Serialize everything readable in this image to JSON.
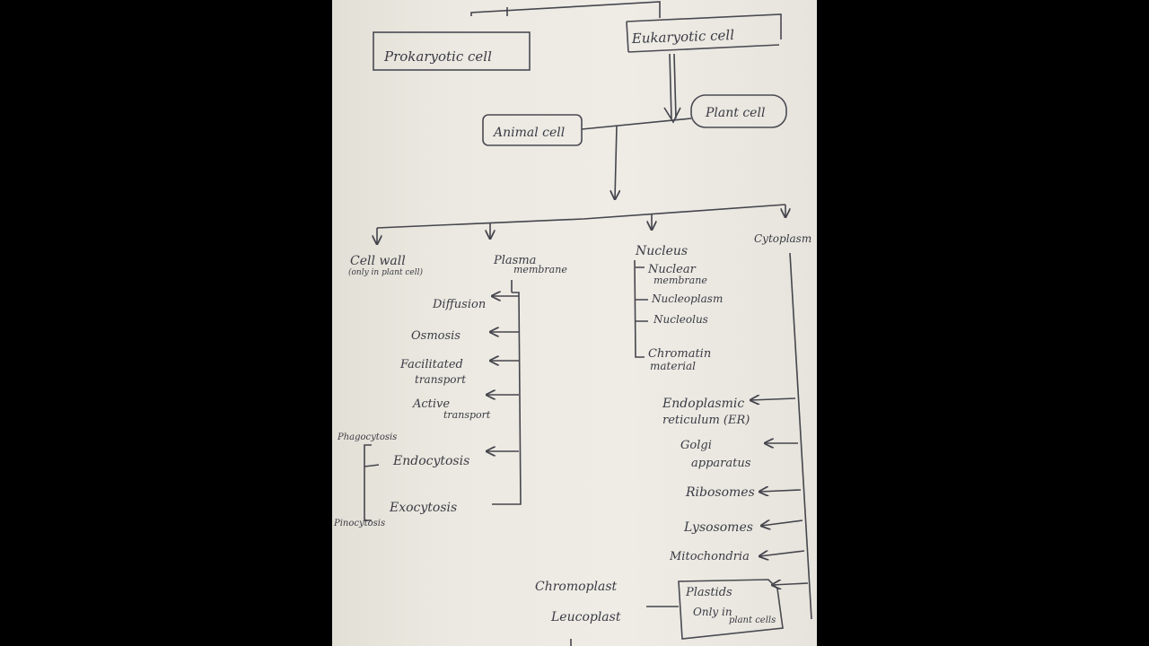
{
  "diagram": {
    "nodes": {
      "prokaryotic": "Prokaryotic cell",
      "eukaryotic": "Eukaryotic cell",
      "animal": "Animal cell",
      "plant": "Plant cell",
      "cell_wall": "Cell wall",
      "cell_wall_note": "(only in plant cell)",
      "plasma_1": "Plasma",
      "plasma_2": "membrane",
      "nucleus": "Nucleus",
      "cytoplasm": "Cytoplasm"
    },
    "plasma_items": {
      "diffusion": "Diffusion",
      "osmosis": "Osmosis",
      "facilitated_1": "Facilitated",
      "facilitated_2": "transport",
      "active_1": "Active",
      "active_2": "transport",
      "endocytosis": "Endocytosis",
      "exocytosis": "Exocytosis",
      "phagocytosis": "Phagocytosis",
      "pinocytosis": "Pinocytosis"
    },
    "nucleus_items": {
      "nuclear_1": "Nuclear",
      "nuclear_2": "membrane",
      "nucleoplasm": "Nucleoplasm",
      "nucleolus": "Nucleolus",
      "chromatin_1": "Chromatin",
      "chromatin_2": "material"
    },
    "cytoplasm_items": {
      "er_1": "Endoplasmic",
      "er_2": "reticulum (ER)",
      "golgi_1": "Golgi",
      "golgi_2": "apparatus",
      "ribosomes": "Ribosomes",
      "lysosomes": "Lysosomes",
      "mitochondria": "Mitochondria",
      "plastids": "Plastids",
      "plastids_note_1": "Only in",
      "plastids_note_2": "plant cells"
    },
    "plastid_types": {
      "chromoplast": "Chromoplast",
      "leucoplast": "Leucoplast"
    }
  }
}
